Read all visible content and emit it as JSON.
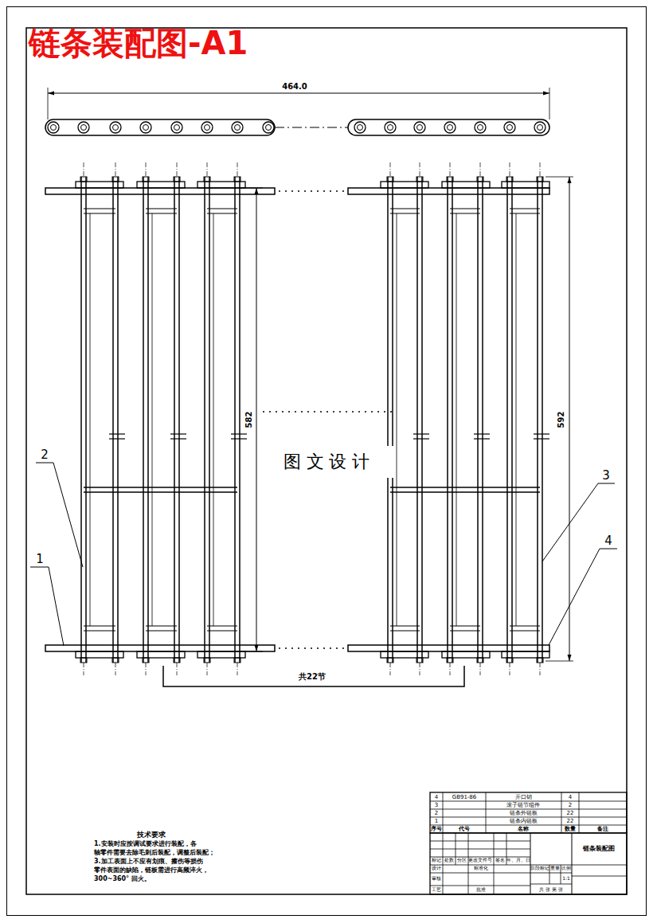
{
  "diagram": {
    "title": "链条装配图-A1",
    "labels": [
      "464.0",
      "582",
      "592",
      "图 文 设 计",
      "共22节",
      "1",
      "2",
      "3",
      "4",
      "技术要求",
      "1.安装时应按调试要求进行装配，各",
      "轴零件需要去除毛刺后装配，调整后装配；",
      "3.加工表面上不应有划痕、擦伤等损伤",
      "零件表面的缺陷，链板需进行高频淬火，",
      "300~360° 回火。",
      "4",
      "GB91-86",
      "开口销",
      "4",
      "3",
      "滚子链节组件",
      "2",
      "2",
      "链条外链板",
      "22",
      "1",
      "链条内链板",
      "22",
      "序号",
      "代号",
      "名称",
      "数量",
      "备注",
      "标记",
      "处数",
      "分区",
      "更改文件号",
      "签名",
      "年、月、日",
      "设计",
      "标准化",
      "审核",
      "工艺",
      "批准",
      "阶段标记",
      "重量",
      "比例",
      "1:1",
      "共 张 第 张",
      "链条装配图"
    ]
  }
}
